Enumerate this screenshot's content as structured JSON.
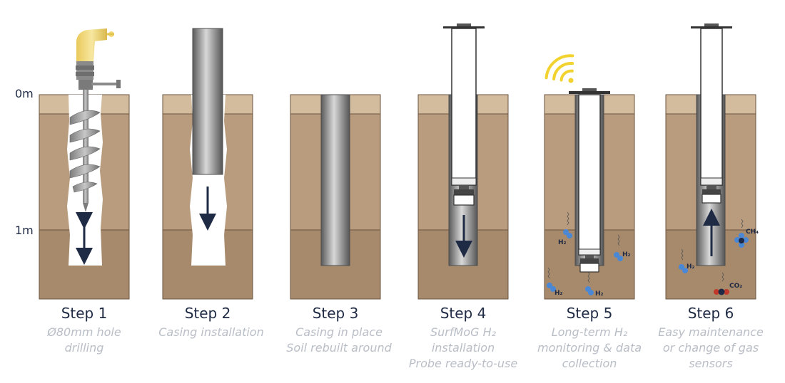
{
  "depth_labels": {
    "top": "0m",
    "mid": "1m"
  },
  "steps": [
    {
      "title": "Step 1",
      "lines": [
        "Ø80mm hole",
        "drilling"
      ]
    },
    {
      "title": "Step 2",
      "lines": [
        "Casing installation"
      ]
    },
    {
      "title": "Step 3",
      "lines": [
        "Casing in place",
        "Soil rebuilt around"
      ]
    },
    {
      "title": "Step 4",
      "lines": [
        "SurfMoG H₂",
        "installation",
        "Probe ready-to-use"
      ]
    },
    {
      "title": "Step 5",
      "lines": [
        "Long-term H₂",
        "monitoring & data",
        "collection"
      ]
    },
    {
      "title": "Step 6",
      "lines": [
        "Easy maintenance",
        "or change of gas",
        "sensors"
      ]
    }
  ],
  "gas_labels": {
    "h2": "H₂",
    "ch4": "CH₄",
    "co2": "CO₂"
  },
  "colors": {
    "soil_top": "#d3bb9e",
    "soil_mid": "#b99c7d",
    "soil_deep": "#a78a6b",
    "outline": "#6b5440",
    "navy": "#1f2a44",
    "steel_dark": "#5f5f5f",
    "steel_light": "#d6d6d6",
    "drill_yellow": "#f3d97a",
    "wifi_yellow": "#f2d22e",
    "h2_blue": "#4a88d6",
    "co2_red": "#c0392b",
    "desc_grey": "#b9bec6"
  }
}
